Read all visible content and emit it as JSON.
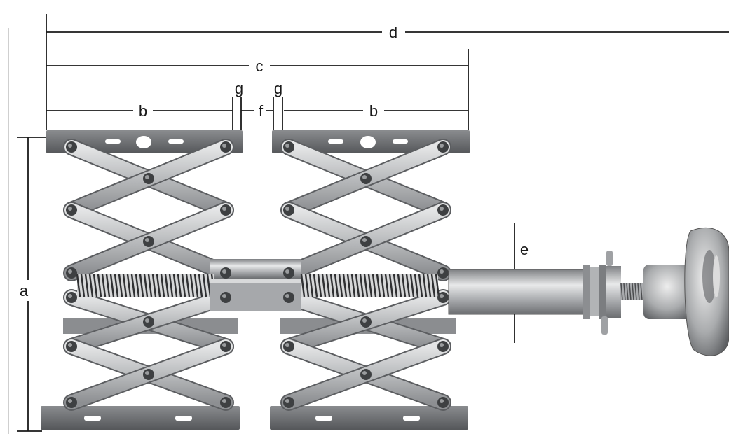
{
  "diagram": {
    "subject": "scissor-type pipe alignment clamp",
    "dimension_labels": {
      "a": "a",
      "b_left": "b",
      "b_right": "b",
      "c": "c",
      "d": "d",
      "e": "e",
      "f": "f",
      "g_left": "g",
      "g_right": "g"
    },
    "colors": {
      "dimension_line": "#1a1a1a",
      "plate": "#6f7174",
      "steel_link": "#c4c6c8",
      "steel_dark": "#8a8c8f",
      "rivet": "#4a4c4e",
      "spring": "#3a3a3a",
      "shaft": "#b8babc"
    }
  }
}
